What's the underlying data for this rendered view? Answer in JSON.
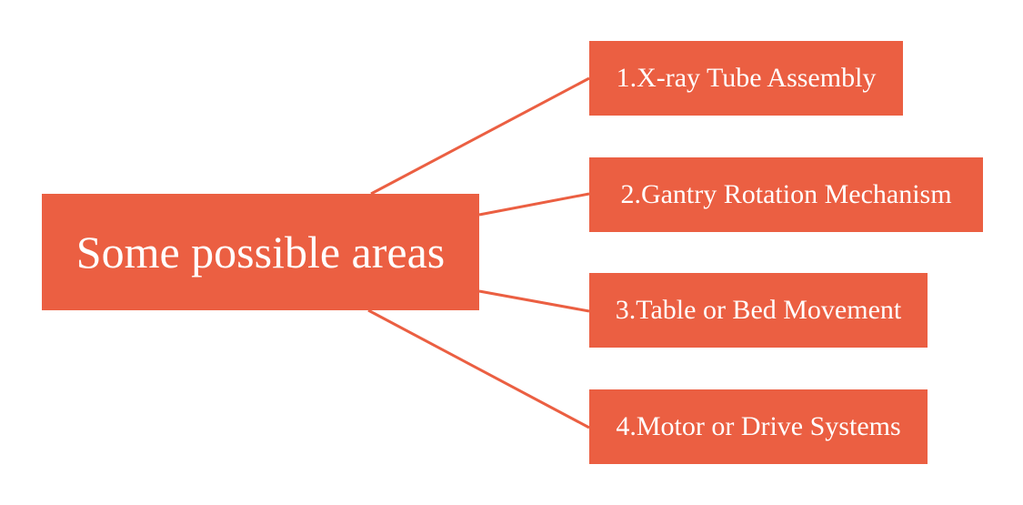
{
  "colors": {
    "accent": "#EB5F42",
    "text": "#FFFFFF"
  },
  "center": {
    "label": "Some possible areas"
  },
  "branches": [
    {
      "label": "1.X-ray Tube Assembly"
    },
    {
      "label": "2.Gantry Rotation Mechanism"
    },
    {
      "label": "3.Table or Bed Movement"
    },
    {
      "label": "4.Motor or Drive Systems"
    }
  ]
}
